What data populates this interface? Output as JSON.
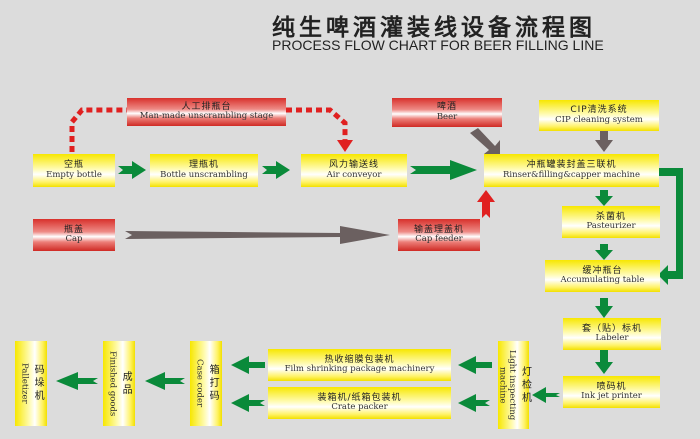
{
  "title": {
    "zh": "纯生啤酒灌装线设备流程图",
    "en": "PROCESS FLOW CHART FOR BEER FILLING LINE"
  },
  "colors": {
    "background": "#dcdcdc",
    "flow_arrow": "#0a8a3a",
    "supply_arrow": "#6b6060",
    "manual_arrow": "#e02020",
    "yellow_box": "#f7e700",
    "red_box": "#d8312c"
  },
  "nodes": {
    "manual_stage": {
      "zh": "人工排瓶台",
      "en": "Man-made unscrambling stage"
    },
    "empty_bottle": {
      "zh": "空瓶",
      "en": "Empty bottle"
    },
    "unscrambler": {
      "zh": "理瓶机",
      "en": "Bottle unscrambling"
    },
    "air_conveyor": {
      "zh": "风力输送线",
      "en": "Air conveyor"
    },
    "beer": {
      "zh": "啤酒",
      "en": "Beer"
    },
    "cip": {
      "zh": "CIP清洗系统",
      "en": "CIP cleaning system"
    },
    "monoblock": {
      "zh": "冲瓶罐装封盖三联机",
      "en": "Rinser&filling&capper machine"
    },
    "cap": {
      "zh": "瓶盖",
      "en": "Cap"
    },
    "cap_feeder": {
      "zh": "输盖理盖机",
      "en": "Cap feeder"
    },
    "pasteurizer": {
      "zh": "杀菌机",
      "en": "Pasteurizer"
    },
    "accumulating": {
      "zh": "缓冲瓶台",
      "en": "Accumulating table"
    },
    "labeler": {
      "zh": "套（贴）标机",
      "en": "Labeler"
    },
    "ink_jet": {
      "zh": "喷码机",
      "en": "Ink jet printer"
    },
    "light_inspect": {
      "zh": "灯检机",
      "en": "Light inspecting machine"
    },
    "film_shrink": {
      "zh": "热收缩膜包装机",
      "en": "Film shrinking package machinery"
    },
    "crate_packer": {
      "zh": "装箱机/纸箱包装机",
      "en": "Crate packer"
    },
    "case_coder": {
      "zh": "箱打码",
      "en": "Case coder"
    },
    "finished": {
      "zh": "成品",
      "en": "Finished goods"
    },
    "palletizer": {
      "zh": "码垛机",
      "en": "Palletizer"
    }
  },
  "edges": [
    {
      "from": "empty_bottle",
      "to": "manual_stage",
      "style": "dashed-red"
    },
    {
      "from": "manual_stage",
      "to": "air_conveyor",
      "style": "dashed-red"
    },
    {
      "from": "empty_bottle",
      "to": "unscrambler",
      "style": "green"
    },
    {
      "from": "unscrambler",
      "to": "air_conveyor",
      "style": "green"
    },
    {
      "from": "air_conveyor",
      "to": "monoblock",
      "style": "green"
    },
    {
      "from": "beer",
      "to": "monoblock",
      "style": "gray"
    },
    {
      "from": "cip",
      "to": "monoblock",
      "style": "gray"
    },
    {
      "from": "cap",
      "to": "cap_feeder",
      "style": "gray"
    },
    {
      "from": "cap_feeder",
      "to": "monoblock",
      "style": "red"
    },
    {
      "from": "monoblock",
      "to": "pasteurizer",
      "style": "green"
    },
    {
      "from": "monoblock",
      "to": "accumulating",
      "style": "green-bypass"
    },
    {
      "from": "pasteurizer",
      "to": "accumulating",
      "style": "green"
    },
    {
      "from": "accumulating",
      "to": "labeler",
      "style": "green"
    },
    {
      "from": "labeler",
      "to": "ink_jet",
      "style": "green"
    },
    {
      "from": "ink_jet",
      "to": "light_inspect",
      "style": "green"
    },
    {
      "from": "light_inspect",
      "to": "film_shrink",
      "style": "green"
    },
    {
      "from": "light_inspect",
      "to": "crate_packer",
      "style": "green"
    },
    {
      "from": "film_shrink",
      "to": "case_coder",
      "style": "green"
    },
    {
      "from": "crate_packer",
      "to": "case_coder",
      "style": "green"
    },
    {
      "from": "case_coder",
      "to": "finished",
      "style": "green"
    },
    {
      "from": "finished",
      "to": "palletizer",
      "style": "green"
    }
  ]
}
